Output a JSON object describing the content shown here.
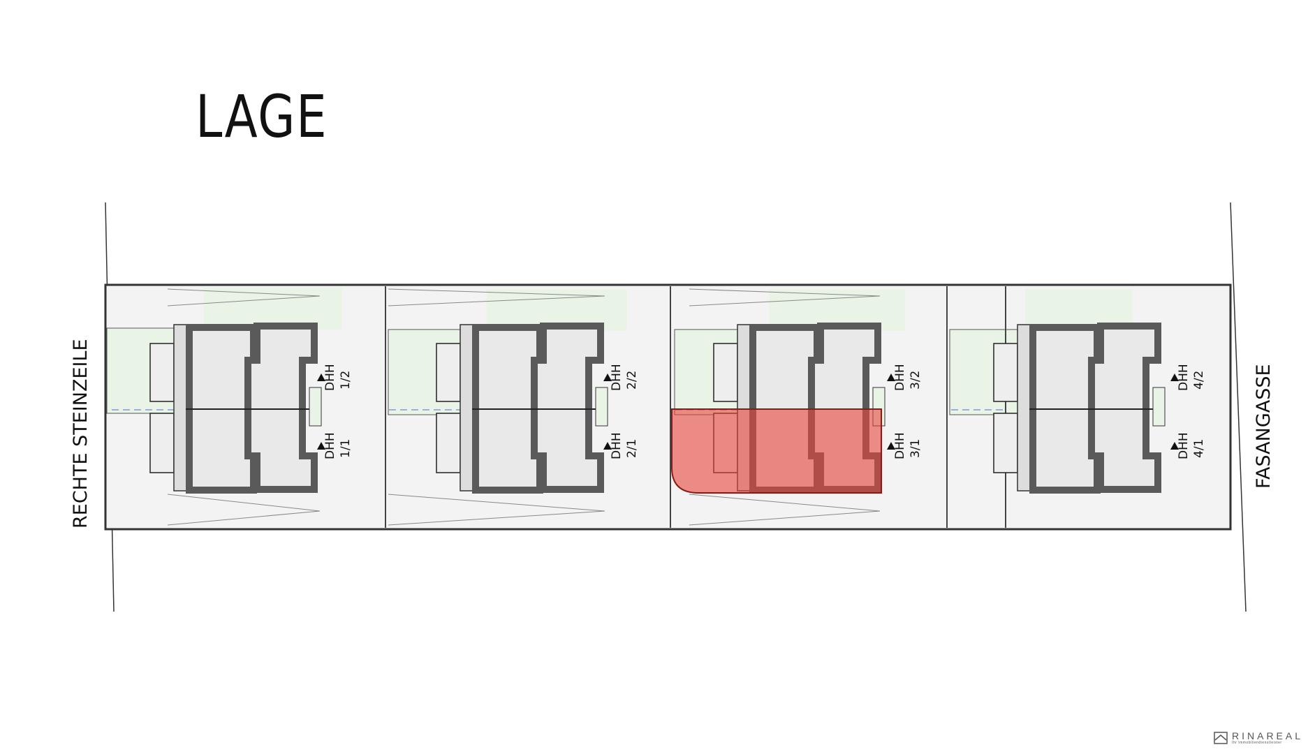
{
  "title": "LAGE",
  "streets": {
    "left": "RECHTE STEINZEILE",
    "right": "FASANGASSE"
  },
  "units": [
    {
      "type": "DHH",
      "number": "1/2"
    },
    {
      "type": "DHH",
      "number": "1/1"
    },
    {
      "type": "DHH",
      "number": "2/2"
    },
    {
      "type": "DHH",
      "number": "2/1"
    },
    {
      "type": "DHH",
      "number": "3/2"
    },
    {
      "type": "DHH",
      "number": "3/1"
    },
    {
      "type": "DHH",
      "number": "4/2"
    },
    {
      "type": "DHH",
      "number": "4/1"
    }
  ],
  "highlighted_unit": "3/1",
  "colors": {
    "highlight": "#e8453c",
    "garden": "#e9f4e6",
    "paving": "#f3f3f3",
    "wall": "#5a5a5a",
    "floor": "#e9e9e9"
  },
  "logo": {
    "name": "RINAREAL",
    "tagline": "Ihr Immobiliendienstleister"
  }
}
